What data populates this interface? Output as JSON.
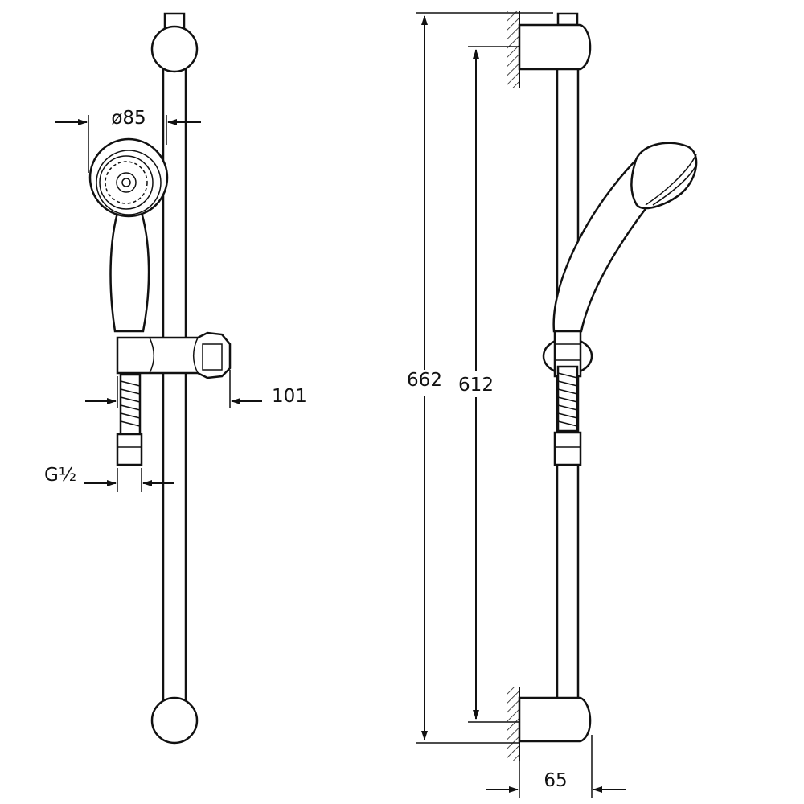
{
  "dimensions": {
    "head_diameter": "ø85",
    "holder_projection": "101",
    "thread": "G½",
    "overall_height": "662",
    "bracket_spacing": "612",
    "wall_projection": "65"
  },
  "colors": {
    "line": "#111111",
    "background": "#ffffff"
  }
}
